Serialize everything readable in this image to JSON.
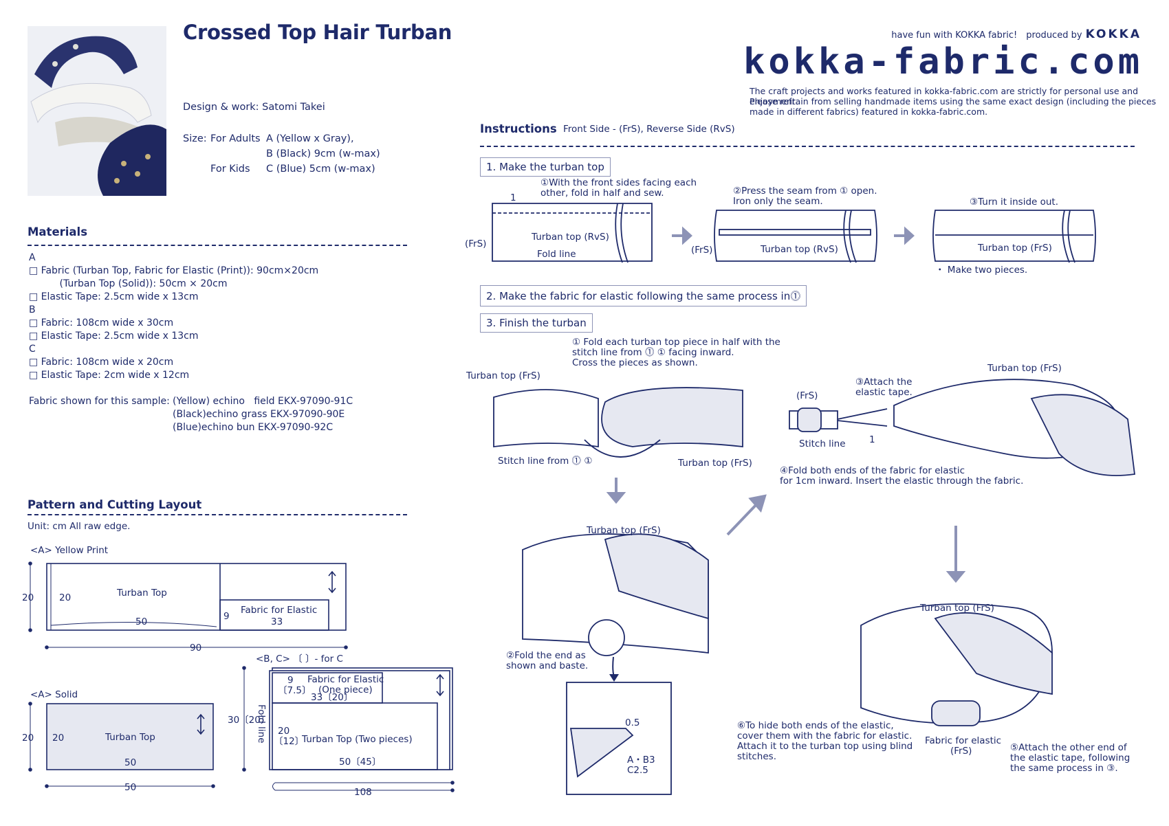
{
  "title": "Crossed Top Hair Turban",
  "design_line": "Design & work: Satomi Takei",
  "size": {
    "label": "Size:",
    "adults_label": "For Adults",
    "adults_a": "A (Yellow x Gray),",
    "adults_b": "B (Black) 9cm (w-max)",
    "kids_label": "For Kids",
    "kids_c": "C (Blue) 5cm (w-max)"
  },
  "brand": {
    "tagline": "have fun with KOKKA fabric!",
    "produced_by": "produced by",
    "name": "KOKKA",
    "url": "kokka-fabric.com",
    "notice_1": "The craft projects and works featured in kokka-fabric.com are strictly for personal use and enjoyment.",
    "notice_2": "Please refrain from selling handmade items using the same exact design (including the pieces",
    "notice_3": "made in different fabrics) featured in kokka-fabric.com."
  },
  "materials": {
    "heading": "Materials",
    "lines": [
      "A",
      "□ Fabric (Turban Top, Fabric for Elastic (Print)): 90cm×20cm",
      "          (Turban Top (Solid)): 50cm × 20cm",
      "□ Elastic Tape: 2.5cm wide x 13cm",
      "B",
      "□ Fabric: 108cm wide x 30cm",
      "□ Elastic Tape: 2.5cm wide x 13cm",
      "C",
      "□ Fabric: 108cm wide x 20cm",
      "□ Elastic Tape: 2cm wide x 12cm"
    ],
    "fabric_label": "Fabric shown for this sample:",
    "fabrics": [
      "(Yellow) echino   field EKX-97090-91C",
      "(Black)echino grass EKX-97090-90E",
      "(Blue)echino bun EKX-97090-92C"
    ]
  },
  "pattern": {
    "heading": "Pattern and Cutting Layout",
    "unit": "Unit: cm   All raw edge.",
    "yellow_label": "<A> Yellow Print",
    "solid_label": "<A> Solid",
    "bc_label": "<B, C>  〔  〕- for C",
    "turban_top": "Turban Top",
    "fabric_for_elastic": "Fabric for Elastic",
    "fabric_for_elastic_one": "Fabric for Elastic",
    "one_piece": "(One piece)",
    "turban_top_two": "Turban Top (Two pieces)",
    "fold_line": "Fold line",
    "d20": "20",
    "d50": "50",
    "d90": "90",
    "d9": "9",
    "d33": "33",
    "d30_20": "30〔20〕",
    "d9b": "9",
    "d7_5": "〔7.5〕",
    "d33_20": "33〔20〕",
    "d20_12a": "20",
    "d20_12b": "〔12〕",
    "d50_45": "50〔45〕",
    "d108": "108"
  },
  "instructions": {
    "heading": "Instructions",
    "legend": "Front Side - (FrS), Reverse Side (RvS)",
    "step1": "1. Make the turban top",
    "step2": "2. Make the fabric for elastic following the same process in⓵",
    "step3": "3. Finish the turban",
    "s1_a1": "①With the front sides facing each",
    "s1_a2": "other, fold in half and sew.",
    "s1_num1": "1",
    "s1_frs": "(FrS)",
    "s1_rvs": "Turban top (RvS)",
    "s1_fold": "Fold line",
    "s1_b1": "②Press the seam from ① open.",
    "s1_b2": "Iron only the seam.",
    "s1_b_frs": "(FrS)",
    "s1_b_rvs": "Turban top (RvS)",
    "s1_c1": "③Turn it inside out.",
    "s1_c_frs": "Turban top (FrS)",
    "s1_c2": "・ Make two pieces.",
    "s3_1a": "① Fold each turban top piece in half with the",
    "s3_1b": "stitch line from ⓵ ① facing inward.",
    "s3_1c": "Cross the pieces as shown.",
    "s3_tt_frs_l": "Turban top (FrS)",
    "s3_stitch": "Stitch line from ⓵ ①",
    "s3_tt_frs_r": "Turban top (FrS)",
    "s3_frs": "(FrS)",
    "s3_attach1": "③Attach the",
    "s3_attach2": "elastic tape.",
    "s3_tt_top": "Turban top (FrS)",
    "s3_stitch_line": "Stitch line",
    "s3_num1": "1",
    "s3_fold4a": "④Fold both ends of the fabric for elastic",
    "s3_fold4b": "for 1cm inward. Insert the elastic through the fabric.",
    "s3_tt_mid": "Turban top (FrS)",
    "s3_fold2a": "②Fold the end as",
    "s3_fold2b": "shown and baste.",
    "s3_d05": "0.5",
    "s3_dab": "A・B3",
    "s3_dc": "C2.5",
    "s3_tt_final": "Turban top (FrS)",
    "s3_hide1": "⑥To hide both ends of the elastic,",
    "s3_hide2": "cover them with the fabric for elastic.",
    "s3_hide3": "Attach it to the turban top using blind",
    "s3_hide4": "stitches.",
    "s3_ffe1": "Fabric for elastic",
    "s3_ffe2": "(FrS)",
    "s3_att5a": "⑤Attach the other end of",
    "s3_att5b": "the elastic tape, following",
    "s3_att5c": "the same process in ③."
  },
  "colors": {
    "navy": "#1e2a6a",
    "fill": "#e6e8f1",
    "arrow": "#8d93b6"
  }
}
